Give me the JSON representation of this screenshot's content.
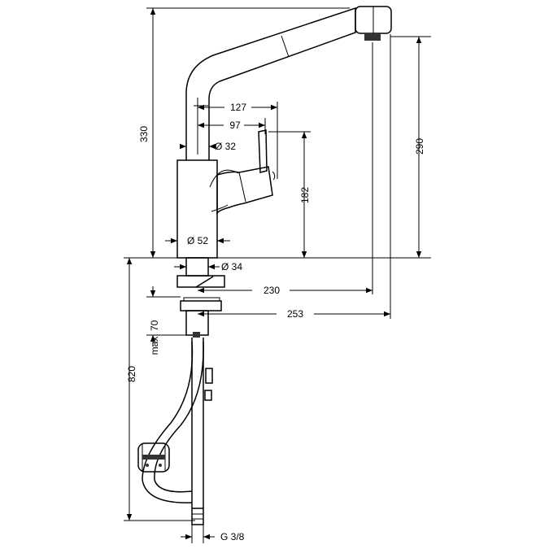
{
  "dimensions": {
    "height_total": "330",
    "spout_height": "290",
    "reach_127": "127",
    "reach_97": "97",
    "dia_32": "Ø 32",
    "height_182": "182",
    "dia_52": "Ø 52",
    "dia_34": "Ø 34",
    "reach_230": "230",
    "reach_253": "253",
    "max_70": "max. 70",
    "hose_820": "820",
    "thread": "G 3/8"
  }
}
